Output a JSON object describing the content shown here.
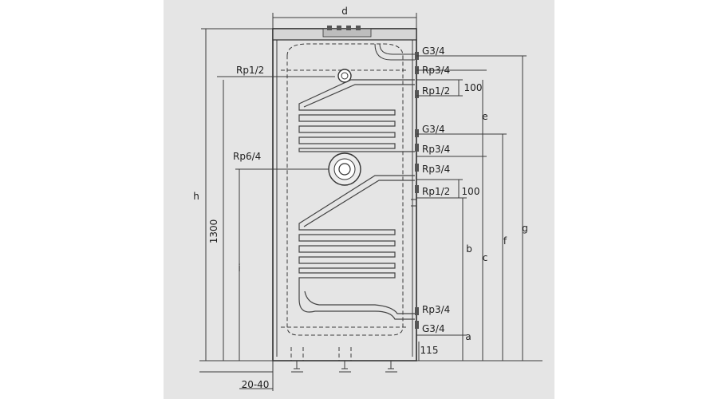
{
  "diagram": {
    "dimension_labels": {
      "d": "d",
      "h": "h",
      "height_1300": "1300",
      "i": "i",
      "e": "e",
      "b": "b",
      "c": "c",
      "f": "f",
      "g": "g",
      "a": "a",
      "d100_top": "100",
      "d100_mid": "100",
      "d115": "115",
      "d2040": "20-40"
    },
    "left_connections": {
      "rp12": "Rp1/2",
      "rp64": "Rp6/4"
    },
    "right_connections": [
      "G3/4",
      "Rp3/4",
      "Rp1/2",
      "G3/4",
      "Rp3/4",
      "Rp3/4",
      "Rp1/2",
      "Rp3/4",
      "G3/4"
    ]
  }
}
